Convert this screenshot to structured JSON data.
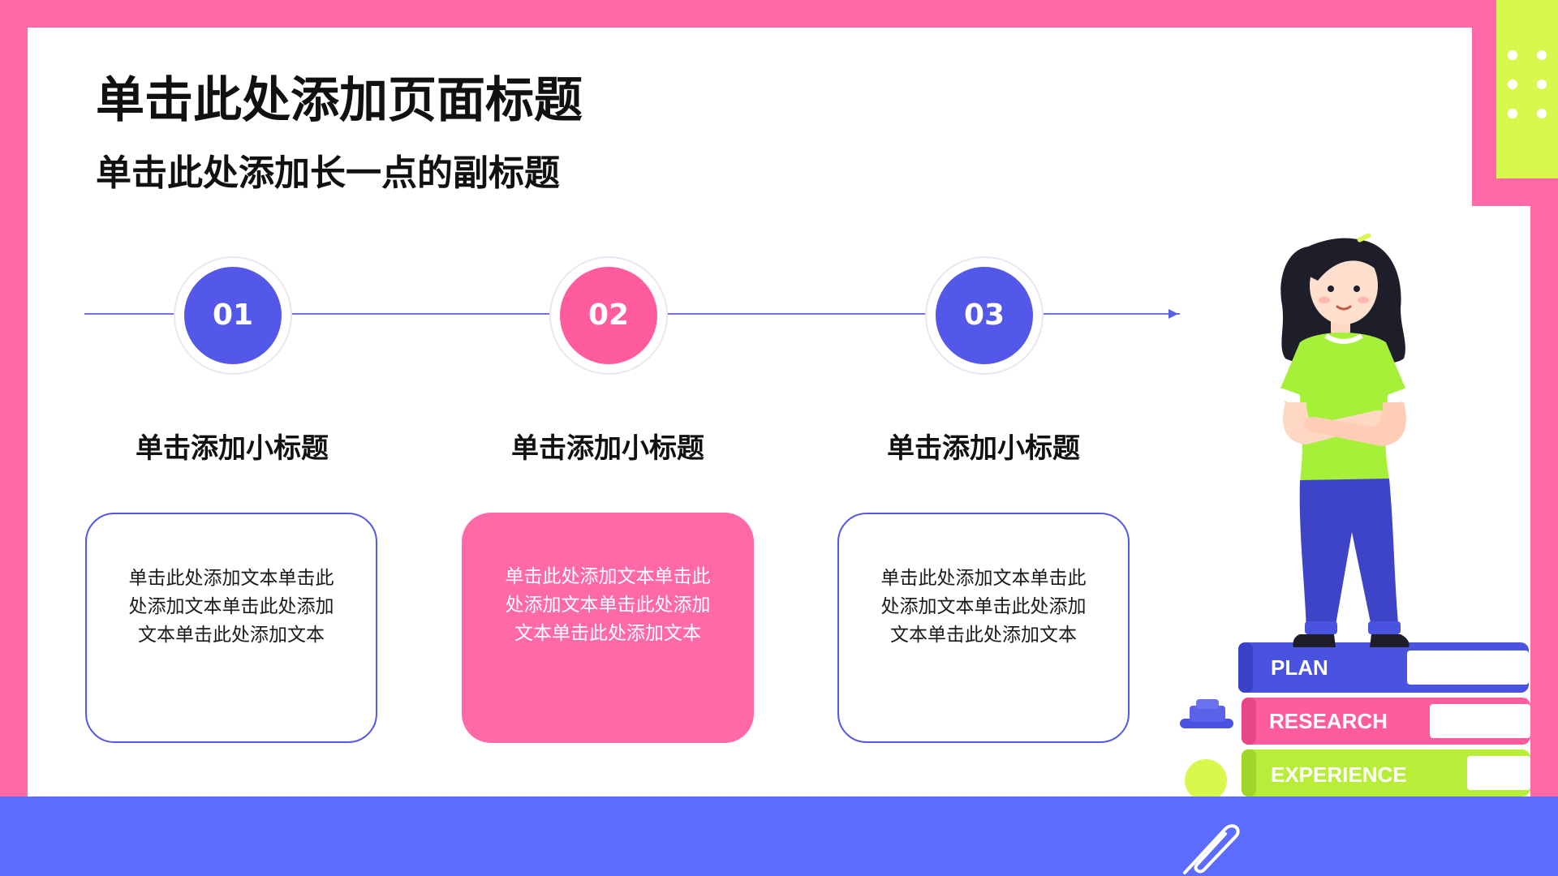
{
  "header": {
    "title": "单击此处添加页面标题",
    "subtitle": "单击此处添加长一点的副标题"
  },
  "steps": [
    {
      "number": "01",
      "heading": "单击添加小标题",
      "body": "单击此处添加文本单击此处添加文本单击此处添加文本单击此处添加文本",
      "style": "outline",
      "color": "#5458e8"
    },
    {
      "number": "02",
      "heading": "单击添加小标题",
      "body": "单击此处添加文本单击此处添加文本单击此处添加文本单击此处添加文本",
      "style": "filled",
      "color": "#ff5c9e"
    },
    {
      "number": "03",
      "heading": "单击添加小标题",
      "body": "单击此处添加文本单击此处添加文本单击此处添加文本单击此处添加文本",
      "style": "outline",
      "color": "#5458e8"
    }
  ],
  "illustration": {
    "books": [
      "PLAN",
      "RESEARCH",
      "EXPERIENCE"
    ]
  },
  "colors": {
    "pink": "#ff69a8",
    "blue": "#5458e8",
    "band_blue": "#5b6cff",
    "lime": "#d8f84e"
  },
  "icons": {
    "corner": "dot-grid-icon",
    "bottom": "paperclip-icon"
  }
}
